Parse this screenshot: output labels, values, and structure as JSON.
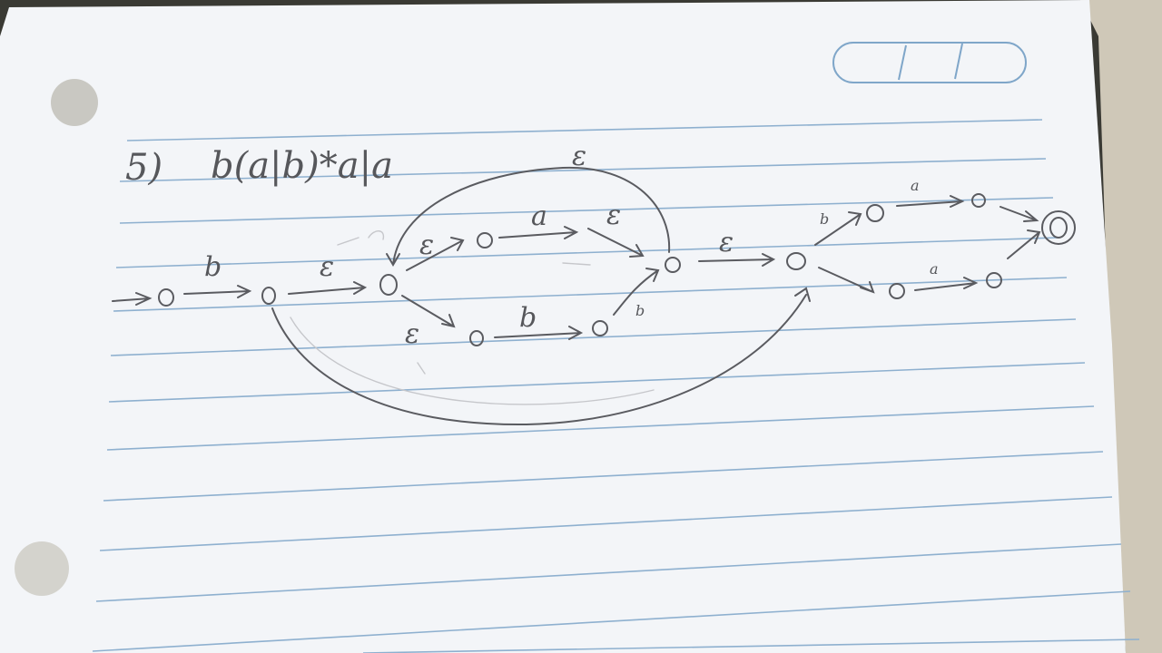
{
  "photo": {
    "subject": "handwritten NFA for a regular expression on lined notebook paper",
    "paper_color": "#f3f5f8",
    "rule_line_color": "#7fa6c9",
    "pencil_color": "#5a5b60",
    "background_color": "#3a3a34"
  },
  "problem": {
    "number": "5)",
    "expression": "b(a|b)*a|a"
  },
  "diagram": {
    "labels": {
      "b_start": "b",
      "eps_to_split": "ε",
      "eps_upper": "ε",
      "a_upper": "a",
      "eps_upper_join": "ε",
      "eps_loop_top": "ε",
      "eps_lower": "ε",
      "b_lower": "b",
      "b_lower_join": "b",
      "eps_mid": "ε",
      "b_right_upper": "b",
      "a_right_upper": "a",
      "a_right_lower": "a"
    }
  }
}
